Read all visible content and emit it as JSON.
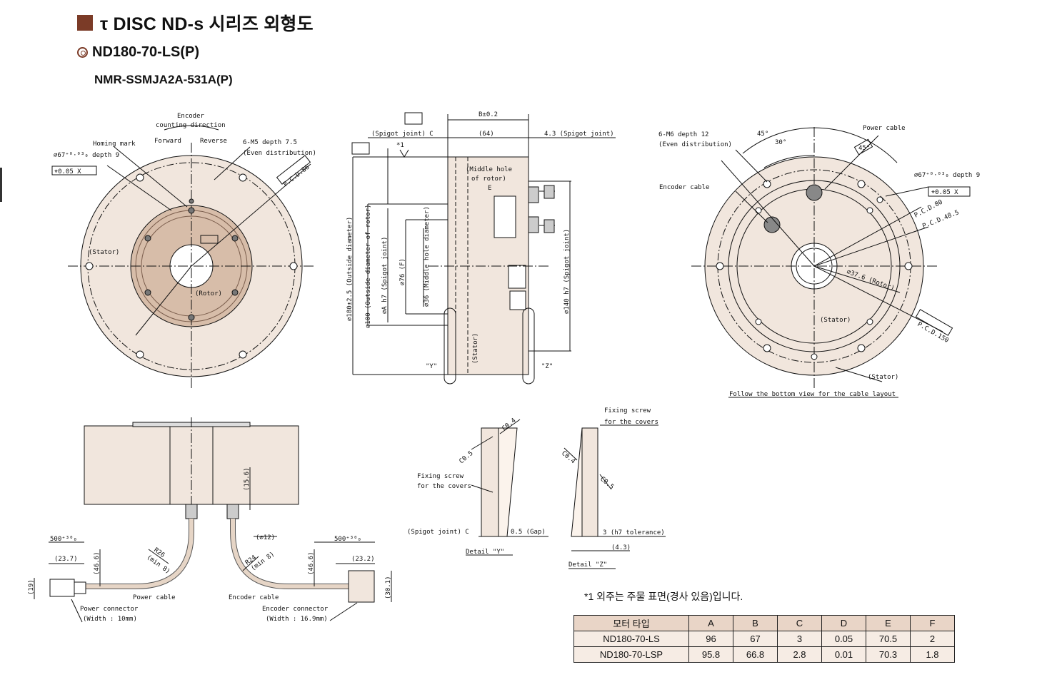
{
  "header": {
    "title": "τ DISC ND-s 시리즈  외형도",
    "model": "ND180-70-LS(P)",
    "part_no": "NMR-SSMJA2A-531A(P)"
  },
  "labels": {
    "encoder_dir": "Encoder",
    "counting_dir": "counting direction",
    "forward": "Forward",
    "reverse": "Reverse",
    "homing": "Homing mark",
    "m5": "6-M5 depth 7.5",
    "even": "(Even distribution)",
    "pcd86": "P.C.D.86",
    "stator": "(Stator)",
    "rotor": "(Rotor)",
    "h9": "⌀67⁺⁰·⁰³₀ depth 9",
    "tol1": "⌖0.05 X",
    "spigot_c": "(Spigot joint) C",
    "b": "B±0.2",
    "b64": "(64)",
    "spigot43": "4.3 (Spigot joint)",
    "star1": "*1",
    "middle_hole": "(Middle hole",
    "of_rotor": "of rotor)",
    "e": "E",
    "dia180": "⌀180±2.5 (Outside diameter)",
    "dia100": "⌀100 (Outside diameter of rotor)",
    "dia_a": "⌀A h7 (Spigot joint)",
    "dia76": "⌀76 (F)",
    "dia36": "⌀36 (Middle hole diameter)",
    "dia140": "⌀140 h7 (Spigot joint)",
    "y": "\"Y\"",
    "z": "\"Z\"",
    "m6": "6-M6 depth 12",
    "even2": "(Even distribution)",
    "power": "Power cable",
    "encoder_cable": "Encoder cable",
    "deg45": "45°",
    "deg30": "30°",
    "pcd80": "P.C.D.80",
    "pcd485": "P.C.D.48.5",
    "rotor37": "⌀37.6 (Rotor)",
    "pcd150": "P.C.D.150",
    "stator2": "(Stator)",
    "follow": "Follow the bottom view for the cable layout",
    "len500a": "500⁺³⁰₀",
    "len500b": "500⁺³⁰₀",
    "d237": "(23.7)",
    "d232": "(23.2)",
    "d466": "(46.6)",
    "d466b": "(46.6)",
    "d156": "(15.6)",
    "d12": "(⌀12)",
    "r26": "R26",
    "min8": "(min 8)",
    "r24": "R24",
    "min8b": "(min 8)",
    "d19": "(19)",
    "d301": "(30.1)",
    "pcable": "Power cable",
    "econ": "Encoder cable",
    "pconn": "Power connector",
    "w10": "(Width : 10mm)",
    "econn": "Encoder connector",
    "w16": "(Width : 16.9mm)",
    "c05": "C0.5",
    "c04": "C0.4",
    "fix1": "Fixing screw",
    "fix2": "for the covers",
    "gap": "0.5 (Gap)",
    "spigot_c2": "(Spigot joint) C",
    "detail_y": "Detail \"Y\"",
    "c04b": "C0.4",
    "c05b": "C0.5",
    "fix3": "Fixing screw",
    "fix4": "for the covers",
    "h7t": "3 (h7 tolerance)",
    "d43": "(4.3)",
    "detail_z": "Detail \"Z\""
  },
  "note": "*1  외주는 주물 표면(경사 있음)입니다.",
  "table": {
    "headers": [
      "모터 타입",
      "A",
      "B",
      "C",
      "D",
      "E",
      "F"
    ],
    "rows": [
      [
        "ND180-70-LS",
        "96",
        "67",
        "3",
        "0.05",
        "70.5",
        "2"
      ],
      [
        "ND180-70-LSP",
        "95.8",
        "66.8",
        "2.8",
        "0.01",
        "70.3",
        "1.8"
      ]
    ]
  }
}
